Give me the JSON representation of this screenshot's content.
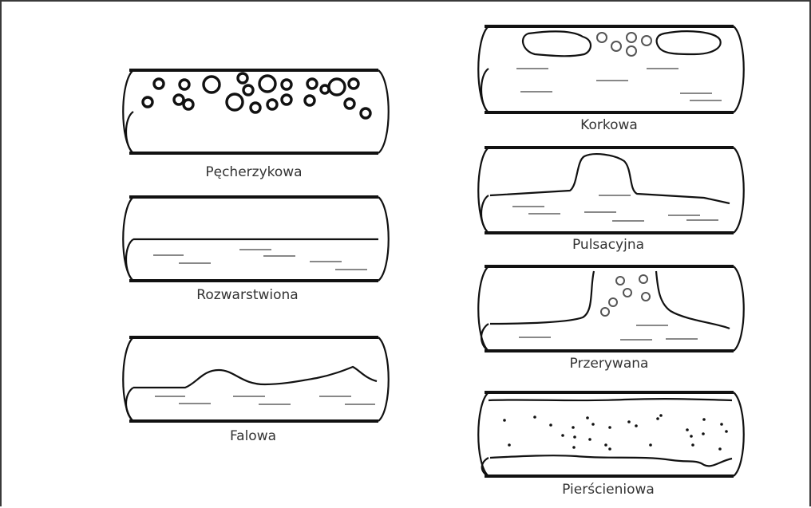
{
  "diagram": {
    "labels": {
      "pecherzykowa": "Pęcherzykowa",
      "rozwarstwiona": "Rozwarstwiona",
      "falowa": "Falowa",
      "korkowa": "Korkowa",
      "pulsacyjna": "Pulsacyjna",
      "przerywana": "Przerywana",
      "pierscieniowa": "Pierścieniowa"
    }
  }
}
